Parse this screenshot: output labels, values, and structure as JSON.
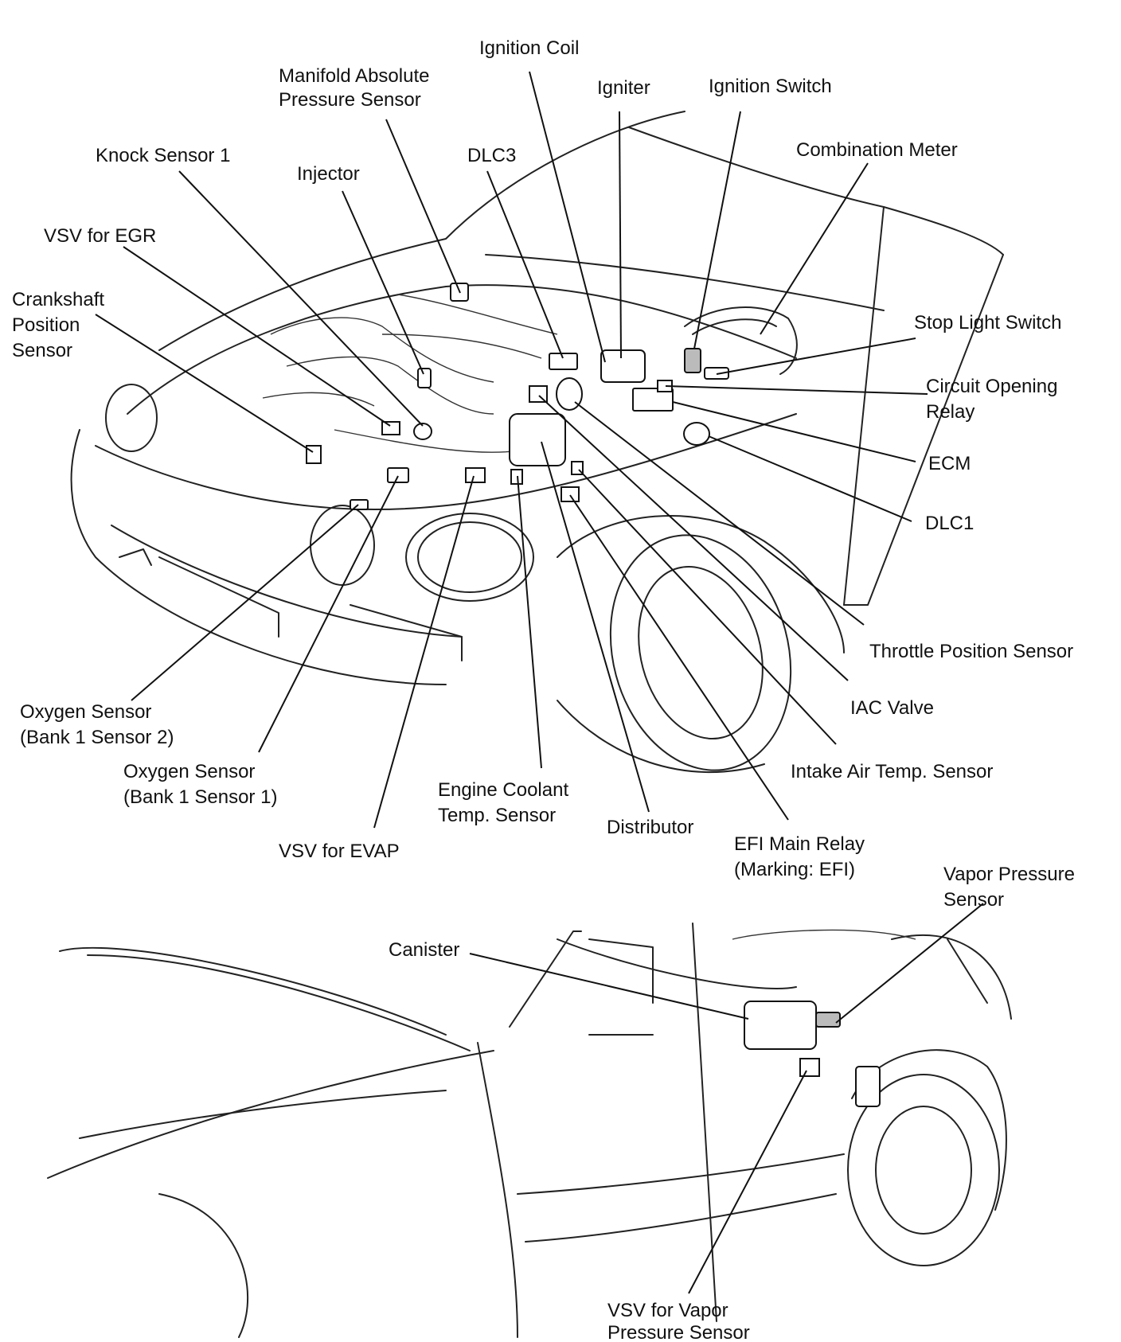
{
  "labels": {
    "ignition_coil": "Ignition Coil",
    "map_sensor_l1": "Manifold Absolute",
    "map_sensor_l2": "Pressure Sensor",
    "igniter": "Igniter",
    "ignition_switch": "Ignition Switch",
    "knock_sensor": "Knock Sensor 1",
    "injector": "Injector",
    "dlc3": "DLC3",
    "combination_meter": "Combination Meter",
    "vsv_egr": "VSV for EGR",
    "crank_l1": "Crankshaft",
    "crank_l2": "Position",
    "crank_l3": "Sensor",
    "stop_light_switch": "Stop Light Switch",
    "circuit_relay_l1": "Circuit Opening",
    "circuit_relay_l2": "Relay",
    "ecm": "ECM",
    "dlc1": "DLC1",
    "tps": "Throttle Position Sensor",
    "iac": "IAC Valve",
    "iat": "Intake Air Temp. Sensor",
    "o2_s2_l1": "Oxygen Sensor",
    "o2_s2_l2": "(Bank 1 Sensor 2)",
    "o2_s1_l1": "Oxygen Sensor",
    "o2_s1_l2": "(Bank 1 Sensor 1)",
    "ect_l1": "Engine Coolant",
    "ect_l2": "Temp. Sensor",
    "distributor": "Distributor",
    "vsv_evap": "VSV for EVAP",
    "efi_relay_l1": "EFI Main Relay",
    "efi_relay_l2": "(Marking: EFI)",
    "vapor_sensor_l1": "Vapor Pressure",
    "vapor_sensor_l2": "Sensor",
    "canister": "Canister",
    "vsv_vapor_l1": "VSV for Vapor",
    "vsv_vapor_l2": "Pressure Sensor"
  }
}
